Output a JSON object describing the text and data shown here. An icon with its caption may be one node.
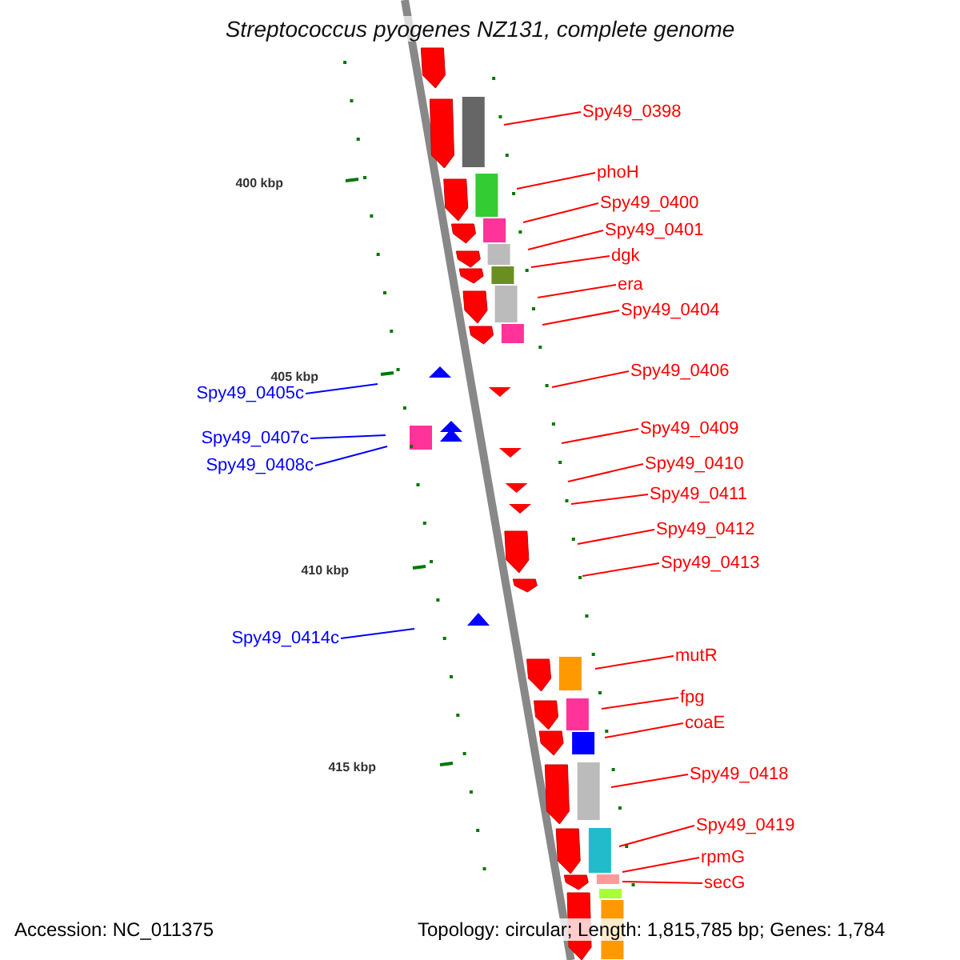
{
  "diagram": {
    "title": "Streptococcus pyogenes NZ131, complete genome",
    "nodes": [
      {
        "text": [
          "Spy49_0398"
        ]
      },
      {
        "text": [
          "phoH"
        ]
      },
      {
        "text": [
          "Spy49_0400"
        ]
      },
      {
        "text": [
          "Spy49_0401"
        ]
      },
      {
        "text": [
          "dgk"
        ]
      },
      {
        "text": [
          "era"
        ]
      },
      {
        "text": [
          "Spy49_0404"
        ]
      },
      {
        "text": [
          "Spy49_0405c"
        ]
      },
      {
        "text": [
          "Spy49_0406"
        ]
      },
      {
        "text": [
          "Spy49_0407c"
        ]
      },
      {
        "text": [
          "Spy49_0409"
        ]
      },
      {
        "text": [
          "Spy49_0408c"
        ]
      },
      {
        "text": [
          "Spy49_0410"
        ]
      },
      {
        "text": [
          "Spy49_0411"
        ]
      },
      {
        "text": [
          "Spy49_0412"
        ]
      },
      {
        "text": [
          "Spy49_0413"
        ]
      },
      {
        "text": [
          "Spy49_0414c"
        ]
      },
      {
        "text": [
          "mutR"
        ]
      },
      {
        "text": [
          "fpg"
        ]
      },
      {
        "text": [
          "coaE"
        ]
      },
      {
        "text": [
          "Spy49_0418"
        ]
      },
      {
        "text": [
          "Spy49_0419"
        ]
      },
      {
        "text": [
          "rpmG"
        ]
      },
      {
        "text": [
          "secG"
        ]
      }
    ],
    "edges": [
      {
        "from": 0,
        "to": null,
        "arrow": "none"
      },
      {
        "from": 1,
        "to": null,
        "arrow": "none"
      },
      {
        "from": 2,
        "to": null,
        "arrow": "none"
      },
      {
        "from": 3,
        "to": null,
        "arrow": "none"
      },
      {
        "from": 4,
        "to": null,
        "arrow": "none"
      },
      {
        "from": 5,
        "to": null,
        "arrow": "none"
      },
      {
        "from": 6,
        "to": null,
        "arrow": "none"
      },
      {
        "from": 7,
        "to": null,
        "arrow": "none",
        "color": "#0000ff"
      },
      {
        "from": 8,
        "to": null,
        "arrow": "none"
      },
      {
        "from": 9,
        "to": null,
        "arrow": "none",
        "color": "#0000ff"
      },
      {
        "from": 10,
        "to": null,
        "arrow": "none"
      },
      {
        "from": 11,
        "to": null,
        "arrow": "none",
        "color": "#0000ff"
      },
      {
        "from": 12,
        "to": null,
        "arrow": "none"
      },
      {
        "from": 13,
        "to": null,
        "arrow": "none"
      },
      {
        "from": 14,
        "to": null,
        "arrow": "none"
      },
      {
        "from": 15,
        "to": null,
        "arrow": "none"
      },
      {
        "from": 16,
        "to": null,
        "arrow": "none",
        "color": "#0000ff"
      },
      {
        "from": 17,
        "to": null,
        "arrow": "none"
      },
      {
        "from": 18,
        "to": null,
        "arrow": "none"
      },
      {
        "from": 19,
        "to": null,
        "arrow": "none"
      },
      {
        "from": 20,
        "to": null,
        "arrow": "none"
      },
      {
        "from": 21,
        "to": null,
        "arrow": "none"
      },
      {
        "from": 22,
        "to": null,
        "arrow": "none"
      },
      {
        "from": 23,
        "to": null,
        "arrow": "none"
      }
    ],
    "labels": [
      "400 kbp",
      "405 kbp",
      "410 kbp",
      "415 kbp",
      "Accession: NC_011375",
      "Topology: circular; Length: 1,815,785 bp; Genes: 1,784"
    ]
  }
}
